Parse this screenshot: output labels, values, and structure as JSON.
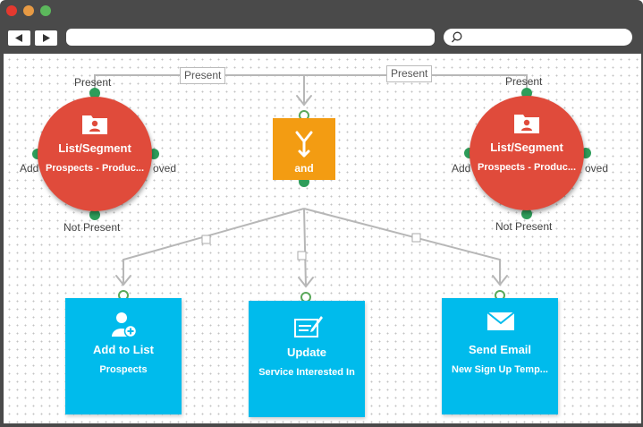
{
  "browser": {
    "url_value": "",
    "search_value": ""
  },
  "edges": {
    "present_left_label": "Present",
    "present_right_label": "Present"
  },
  "segment_left": {
    "title": "List/Segment",
    "subtitle": "Prospects - Produc...",
    "top_label": "Present",
    "bottom_label": "Not Present",
    "left_label": "Add",
    "right_label": "oved"
  },
  "segment_right": {
    "title": "List/Segment",
    "subtitle": "Prospects - Produc...",
    "top_label": "Present",
    "bottom_label": "Not Present",
    "left_label": "Add",
    "right_label": "oved"
  },
  "and_node": {
    "title": "and"
  },
  "actions": [
    {
      "title": "Add to List",
      "subtitle": "Prospects",
      "icon": "add-user-icon"
    },
    {
      "title": "Update",
      "subtitle": "Service Interested In",
      "icon": "edit-form-icon"
    },
    {
      "title": "Send Email",
      "subtitle": "New Sign Up Temp...",
      "icon": "envelope-icon"
    }
  ],
  "colors": {
    "segment": "#e04b3b",
    "and": "#f39c12",
    "action": "#00bbec",
    "port": "#2e9d5a",
    "chrome": "#4a4a4a"
  }
}
